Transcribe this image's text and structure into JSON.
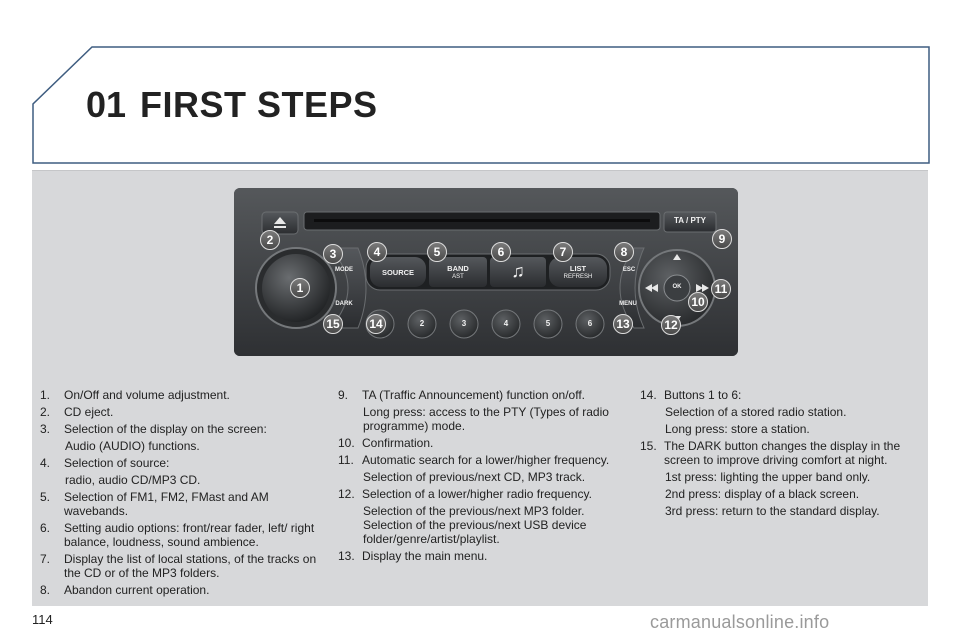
{
  "header": {
    "chapter_number": "01",
    "chapter_title": "FIRST STEPS"
  },
  "radio": {
    "buttons": {
      "ta_pty": "TA / PTY",
      "mode": "MODE",
      "dark": "DARK",
      "source": "SOURCE",
      "band": "BAND",
      "band_sub": "AST",
      "list": "LIST",
      "list_sub": "REFRESH",
      "esc": "ESC",
      "menu": "MENU",
      "ok": "OK",
      "presets": [
        "2",
        "3",
        "4",
        "5",
        "6"
      ],
      "volume": "1"
    },
    "callouts": [
      "1",
      "2",
      "3",
      "4",
      "5",
      "6",
      "7",
      "8",
      "9",
      "10",
      "11",
      "12",
      "13",
      "14",
      "15"
    ]
  },
  "columns": {
    "col1": [
      {
        "num": "1.",
        "text": "On/Off and volume adjustment.",
        "sub": []
      },
      {
        "num": "2.",
        "text": "CD eject.",
        "sub": []
      },
      {
        "num": "3.",
        "text": "Selection of the display on the screen:",
        "sub": [
          "Audio (AUDIO) functions."
        ]
      },
      {
        "num": "4.",
        "text": "Selection of source:",
        "sub": [
          "radio, audio CD/MP3 CD."
        ]
      },
      {
        "num": "5.",
        "text": "Selection of FM1, FM2, FMast and AM wavebands.",
        "sub": []
      },
      {
        "num": "6.",
        "text": "Setting audio options: front/rear fader, left/ right balance, loudness, sound ambience.",
        "sub": []
      },
      {
        "num": "7.",
        "text": "Display the list of local stations, of the tracks on the CD or of the MP3 folders.",
        "sub": []
      },
      {
        "num": "8.",
        "text": "Abandon current operation.",
        "sub": []
      }
    ],
    "col2": [
      {
        "num": "9.",
        "text": "TA (Traffic Announcement) function on/off.",
        "sub": [
          "Long press: access to the PTY (Types of radio programme) mode."
        ]
      },
      {
        "num": "10.",
        "text": "Confirmation.",
        "sub": []
      },
      {
        "num": "11.",
        "text": "Automatic search for a lower/higher frequency.",
        "sub": [
          "Selection of previous/next CD, MP3 track."
        ]
      },
      {
        "num": "12.",
        "text": "Selection of a lower/higher radio frequency.",
        "sub": [
          "Selection of the previous/next MP3 folder. Selection of the previous/next USB device folder/genre/artist/playlist."
        ]
      },
      {
        "num": "13.",
        "text": "Display the main menu.",
        "sub": []
      }
    ],
    "col3": [
      {
        "num": "14.",
        "text": "Buttons 1 to 6:",
        "sub": [
          "Selection of a stored radio station.",
          "Long press: store a station."
        ]
      },
      {
        "num": "15.",
        "text": "The DARK button changes the display in the screen to improve driving comfort at night.",
        "sub": [
          "1st press: lighting the upper band only.",
          "2nd press: display of a black screen.",
          "3rd press: return to the standard display."
        ]
      }
    ]
  },
  "footer": {
    "page_number": "114",
    "watermark": "carmanualsonline.info"
  }
}
